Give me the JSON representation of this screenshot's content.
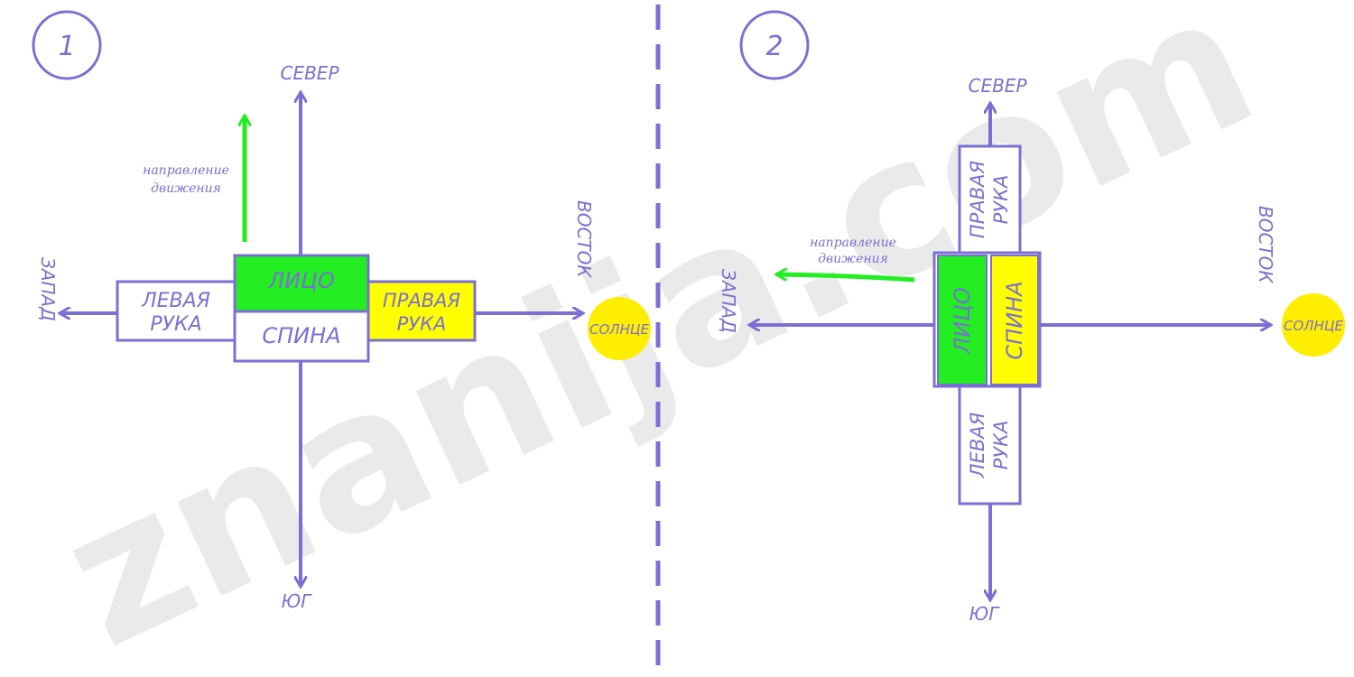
{
  "watermark": "znanija.com",
  "colors": {
    "line": "#7b6fd6",
    "face": "#22ee22",
    "right_hand": "#ffff00",
    "sun": "#ffee00",
    "motion_arrow": "#22ee22",
    "watermark": "#d9d9d9"
  },
  "panel1": {
    "number": "1",
    "north": "СЕВЕР",
    "south": "ЮГ",
    "west": "ЗАПАД",
    "east": "ВОСТОК",
    "sun": "СОЛНЦЕ",
    "motion_line1": "направление",
    "motion_line2": "движения",
    "left_hand_line1": "ЛЕВАЯ",
    "left_hand_line2": "РУКА",
    "face": "ЛИЦО",
    "back": "СПИНА",
    "right_hand_line1": "ПРАВАЯ",
    "right_hand_line2": "РУКА"
  },
  "panel2": {
    "number": "2",
    "north": "СЕВЕР",
    "south": "ЮГ",
    "west": "ЗАПАД",
    "east": "ВОСТОК",
    "sun": "СОЛНЦЕ",
    "motion_line1": "направление",
    "motion_line2": "движения",
    "right_hand_line1": "ПРАВАЯ",
    "right_hand_line2": "РУКА",
    "face": "ЛИЦО",
    "back": "СПИНА",
    "left_hand_line1": "ЛЕВАЯ",
    "left_hand_line2": "РУКА"
  },
  "icons": {
    "panel_number_badge": "circle-icon",
    "arrow": "arrow-icon",
    "sun": "sun-icon"
  }
}
